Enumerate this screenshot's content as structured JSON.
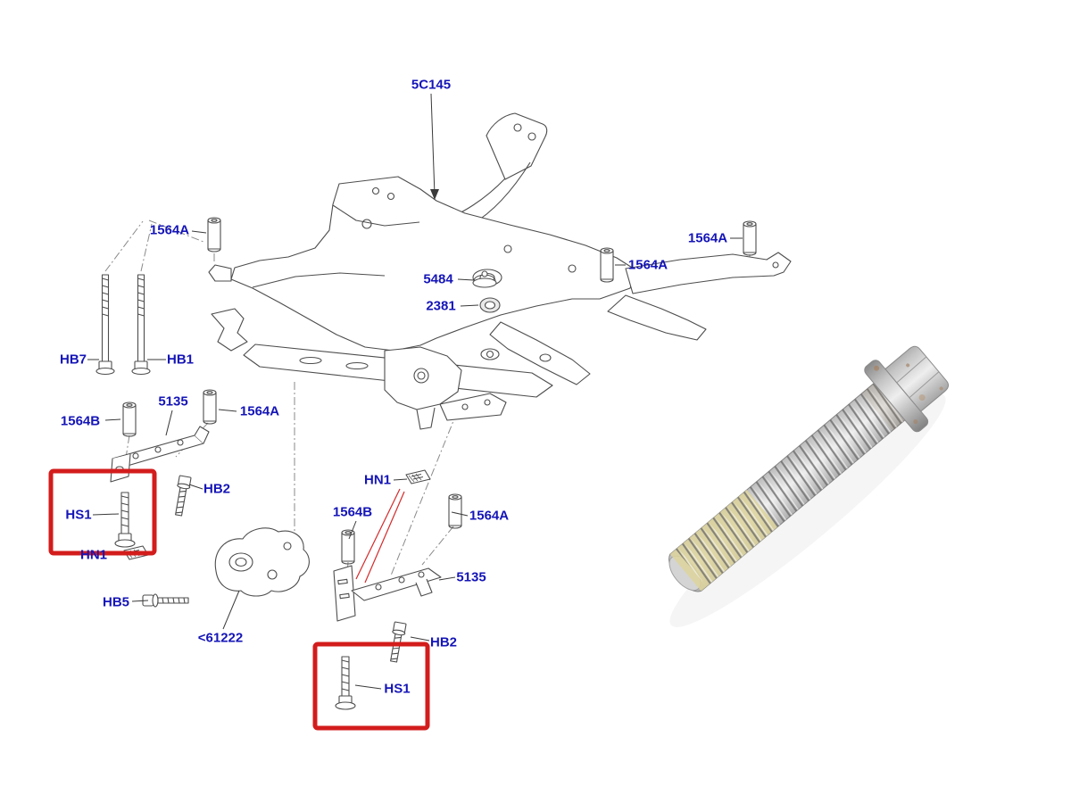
{
  "page": {
    "background": "#ffffff"
  },
  "colors": {
    "label_blue": "#1515b8",
    "highlight_red": "#d31c1c",
    "line_gray": "#4d4d4d",
    "thread_sealant_yellow": "#ddd49b",
    "bolt_metal_gray": "#c4c4c4"
  },
  "labels": {
    "p5c145": {
      "text": "5C145"
    },
    "p1564a_1": {
      "text": "1564A"
    },
    "p1564a_2": {
      "text": "1564A"
    },
    "p1564a_3": {
      "text": "1564A"
    },
    "p5484": {
      "text": "5484"
    },
    "p2381": {
      "text": "2381"
    },
    "phb7": {
      "text": "HB7"
    },
    "phb1": {
      "text": "HB1"
    },
    "p1564b_1": {
      "text": "1564B"
    },
    "p5135_1": {
      "text": "5135"
    },
    "p1564a_4": {
      "text": "1564A"
    },
    "phb2_1": {
      "text": "HB2"
    },
    "phs1_1": {
      "text": "HS1"
    },
    "phn1_1": {
      "text": "HN1"
    },
    "phb5": {
      "text": "HB5"
    },
    "p61222": {
      "text": "<61222"
    },
    "phn1_2": {
      "text": "HN1"
    },
    "p1564b_2": {
      "text": "1564B"
    },
    "p1564a_5": {
      "text": "1564A"
    },
    "p5135_2": {
      "text": "5135"
    },
    "phb2_2": {
      "text": "HB2"
    },
    "phs1_2": {
      "text": "HS1"
    }
  }
}
